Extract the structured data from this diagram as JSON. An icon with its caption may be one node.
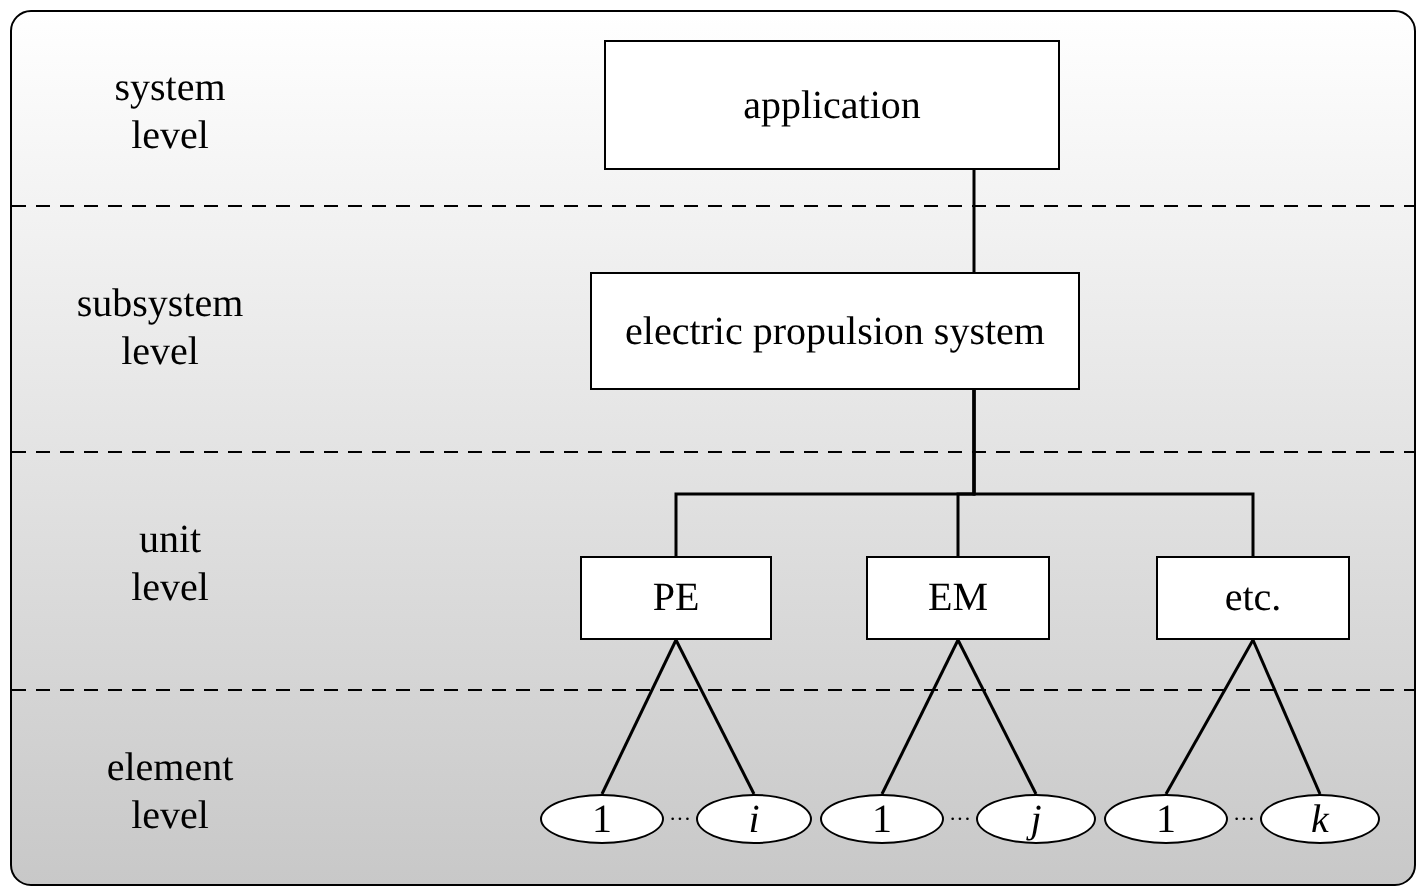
{
  "diagram": {
    "nodes": [
      {
        "text": [
          "application"
        ]
      },
      {
        "text": [
          "electric propulsion system"
        ]
      },
      {
        "text": [
          "PE"
        ]
      },
      {
        "text": [
          "EM"
        ]
      },
      {
        "text": [
          "etc."
        ]
      },
      {
        "text": [
          "1"
        ]
      },
      {
        "text": [
          "i"
        ]
      },
      {
        "text": [
          "1"
        ]
      },
      {
        "text": [
          "j"
        ]
      },
      {
        "text": [
          "1"
        ]
      },
      {
        "text": [
          "k"
        ]
      }
    ],
    "edges": [
      {
        "from": 0,
        "to": 1,
        "arrow": "none"
      },
      {
        "from": 1,
        "to": 2,
        "arrow": "none"
      },
      {
        "from": 1,
        "to": 3,
        "arrow": "none"
      },
      {
        "from": 1,
        "to": 4,
        "arrow": "none"
      },
      {
        "from": 2,
        "to": 5,
        "arrow": "none"
      },
      {
        "from": 2,
        "to": 6,
        "arrow": "none"
      },
      {
        "from": 3,
        "to": 7,
        "arrow": "none"
      },
      {
        "from": 3,
        "to": 8,
        "arrow": "none"
      },
      {
        "from": 4,
        "to": 9,
        "arrow": "none"
      },
      {
        "from": 4,
        "to": 10,
        "arrow": "none"
      }
    ],
    "labels": [
      "system level",
      "subsystem level",
      "unit level",
      "···",
      "···",
      "···",
      "element level"
    ]
  }
}
